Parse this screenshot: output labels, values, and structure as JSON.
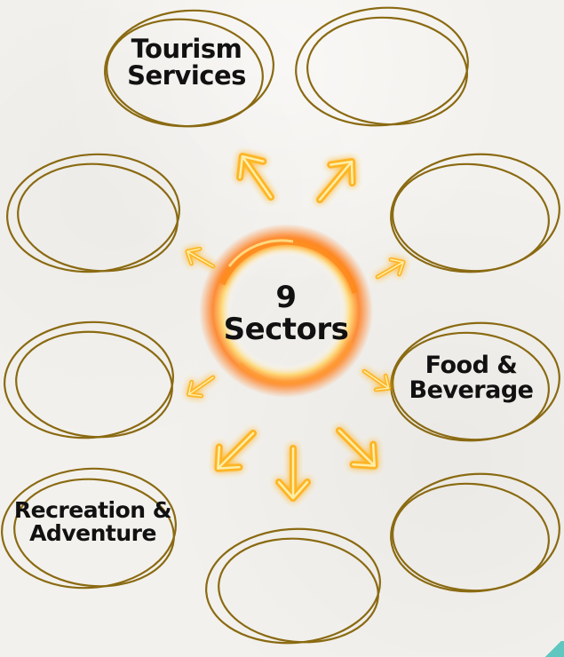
{
  "center": {
    "number": "9",
    "word": "Sectors"
  },
  "sectors": [
    {
      "label_line1": "Tourism",
      "label_line2": "Services"
    },
    {
      "label_line1": "",
      "label_line2": ""
    },
    {
      "label_line1": "",
      "label_line2": ""
    },
    {
      "label_line1": "",
      "label_line2": ""
    },
    {
      "label_line1": "",
      "label_line2": ""
    },
    {
      "label_line1": "Food &",
      "label_line2": "Beverage"
    },
    {
      "label_line1": "Recreation &",
      "label_line2": "Adventure"
    },
    {
      "label_line1": "",
      "label_line2": ""
    },
    {
      "label_line1": "",
      "label_line2": ""
    }
  ],
  "colors": {
    "circle_outline": "#8a6a12",
    "arrow_glow": "#ffb21a",
    "arrow_core": "#fff3b0",
    "sun_orange": "#ff7a1a"
  }
}
